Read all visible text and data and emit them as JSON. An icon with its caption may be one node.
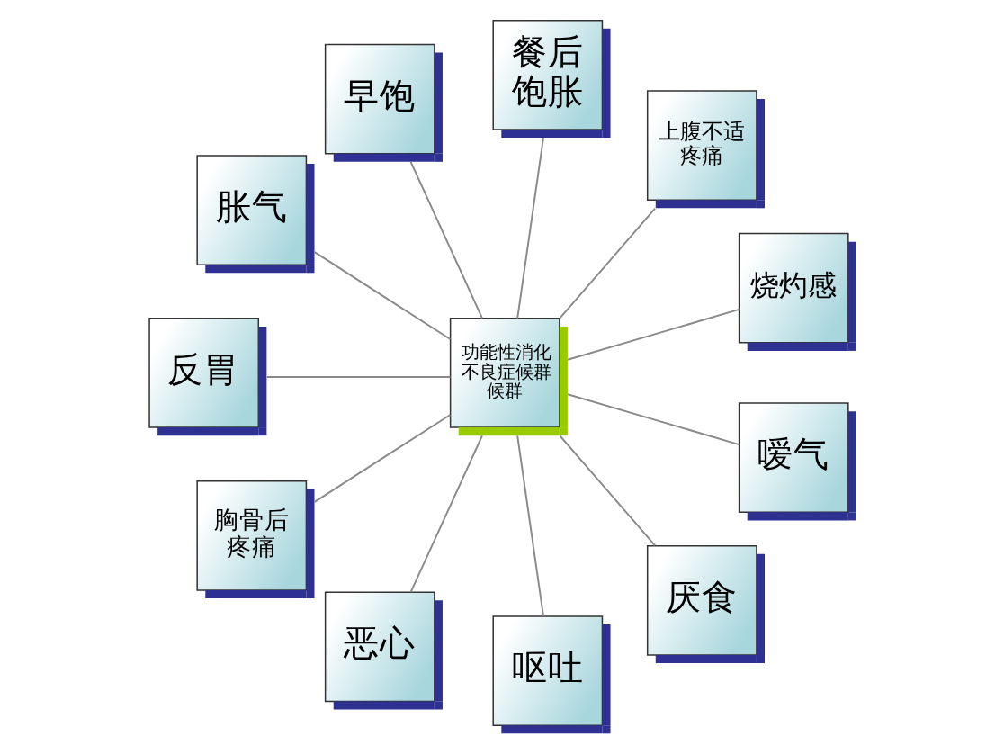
{
  "diagram": {
    "nodes": [
      {
        "text": [
          "功能性消化不良症候群候群"
        ]
      },
      {
        "text": [
          "餐后饱胀"
        ]
      },
      {
        "text": [
          "上腹不适疼痛"
        ]
      },
      {
        "text": [
          "烧灼感"
        ]
      },
      {
        "text": [
          "嗳气"
        ]
      },
      {
        "text": [
          "厌食"
        ]
      },
      {
        "text": [
          "呕吐"
        ]
      },
      {
        "text": [
          "恶心"
        ]
      },
      {
        "text": [
          "胸骨后疼痛"
        ]
      },
      {
        "text": [
          "反胃"
        ]
      },
      {
        "text": [
          "胀气"
        ]
      },
      {
        "text": [
          "早饱"
        ]
      }
    ],
    "edges": [
      {
        "from": 0,
        "to": 1,
        "arrow": "none"
      },
      {
        "from": 0,
        "to": 2,
        "arrow": "none"
      },
      {
        "from": 0,
        "to": 3,
        "arrow": "none"
      },
      {
        "from": 0,
        "to": 4,
        "arrow": "none"
      },
      {
        "from": 0,
        "to": 5,
        "arrow": "none"
      },
      {
        "from": 0,
        "to": 6,
        "arrow": "none"
      },
      {
        "from": 0,
        "to": 7,
        "arrow": "none"
      },
      {
        "from": 0,
        "to": 8,
        "arrow": "none"
      },
      {
        "from": 0,
        "to": 9,
        "arrow": "none"
      },
      {
        "from": 0,
        "to": 10,
        "arrow": "none"
      },
      {
        "from": 0,
        "to": 11,
        "arrow": "none"
      }
    ]
  }
}
